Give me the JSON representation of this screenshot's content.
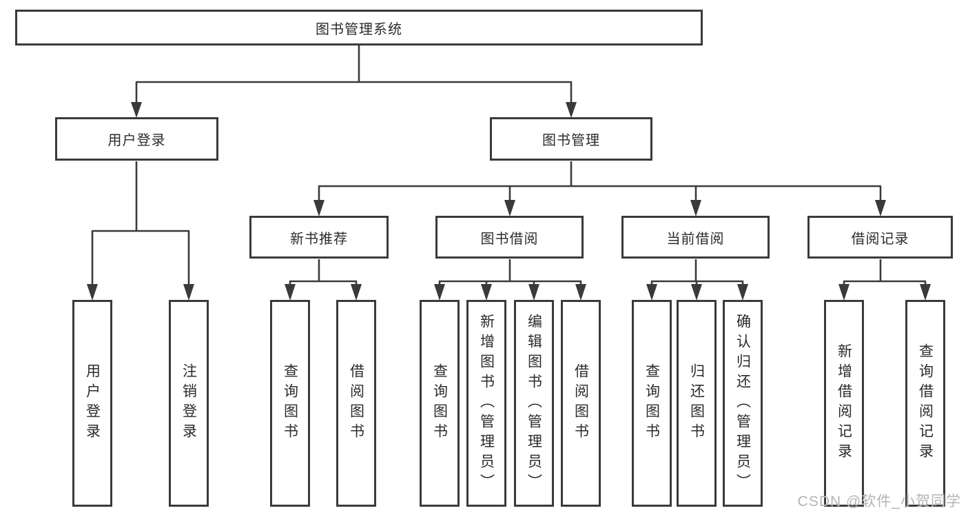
{
  "tree": {
    "label": "图书管理系统",
    "children": [
      {
        "label": "用户登录",
        "children": [
          {
            "label": "用户登录"
          },
          {
            "label": "注销登录"
          }
        ]
      },
      {
        "label": "图书管理",
        "children": [
          {
            "label": "新书推荐",
            "children": [
              {
                "label": "查询图书"
              },
              {
                "label": "借阅图书"
              }
            ]
          },
          {
            "label": "图书借阅",
            "children": [
              {
                "label": "查询图书"
              },
              {
                "label": "新增图书（管理员）"
              },
              {
                "label": "编辑图书（管理员）"
              },
              {
                "label": "借阅图书"
              }
            ]
          },
          {
            "label": "当前借阅",
            "children": [
              {
                "label": "查询图书"
              },
              {
                "label": "归还图书"
              },
              {
                "label": "确认归还（管理员）"
              }
            ]
          },
          {
            "label": "借阅记录",
            "children": [
              {
                "label": "新增借阅记录"
              },
              {
                "label": "查询借阅记录"
              }
            ]
          }
        ]
      }
    ]
  },
  "watermark": {
    "text": "CSDN @软件_小贺同学"
  },
  "colors": {
    "line": "#3a3a3a",
    "border": "#3a3a3a",
    "text": "#2b2b2b",
    "background": "#ffffff",
    "watermark": "#b4b4b4"
  }
}
